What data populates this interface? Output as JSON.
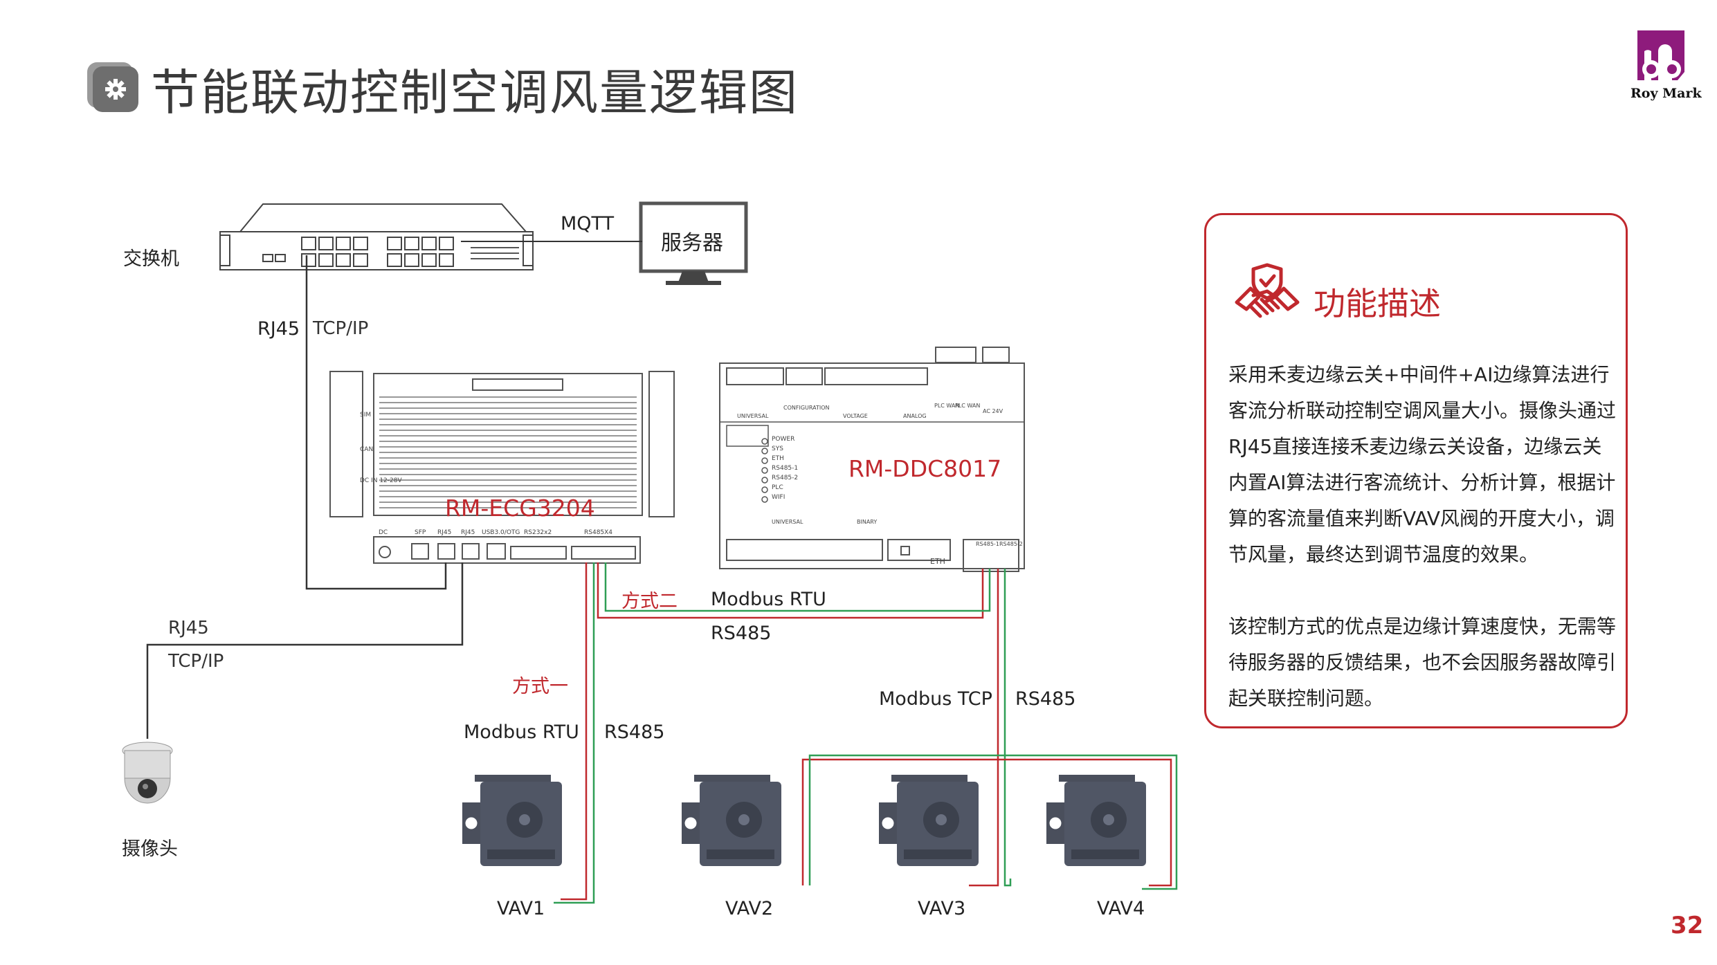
{
  "header": {
    "title": "节能联动控制空调风量逻辑图"
  },
  "brand": {
    "logo_text": "Roy Mark",
    "accent": "#c0282d",
    "logo_color": "#8e1b7c"
  },
  "page_number": "32",
  "diagram": {
    "switch_label": "交换机",
    "server_label": "服务器",
    "mqtt_label": "MQTT",
    "rj45_top": "RJ45",
    "tcpip_top": "TCP/IP",
    "rj45_left": "RJ45",
    "tcpip_left": "TCP/IP",
    "camera_label": "摄像头",
    "gateway_name": "RM-ECG3204",
    "ddc_name": "RM-DDC8017",
    "mode_two": "方式二",
    "modbus_rtu_mid": "Modbus RTU",
    "rs485_mid": "RS485",
    "mode_one": "方式一",
    "modbus_rtu_left": "Modbus RTU",
    "rs485_left": "RS485",
    "modbus_tcp": "Modbus TCP",
    "rs485_right": "RS485",
    "vav_labels": [
      "VAV1",
      "VAV2",
      "VAV3",
      "VAV4"
    ],
    "ddc_led_labels": [
      "POWER",
      "SYS",
      "ETH",
      "RS485-1",
      "RS485-2",
      "PLC",
      "WIFI"
    ],
    "gateway_port_labels": [
      "DC",
      "SFP",
      "RJ45",
      "RJ45",
      "USB3.0/OTG",
      "RS232x2",
      "RS485X4"
    ],
    "gateway_side_labels": [
      "SIM",
      "CAN",
      "DC IN 12-28V"
    ],
    "ddc_port_labels": [
      "ETH",
      "RS485-1",
      "RS485-2"
    ],
    "ddc_section_labels": [
      "UNIVERSAL",
      "CONFIGURATION",
      "VOLTAGE",
      "ANALOG",
      "PLC WAN",
      "PLC WAN",
      "AC 24V",
      "UNIVERSAL",
      "BINARY"
    ]
  },
  "panel": {
    "title": "功能描述",
    "icon": "handshake-shield-icon",
    "paragraphs": [
      "采用禾麦边缘云关+中间件+AI边缘算法进行客流分析联动控制空调风量大小。摄像头通过RJ45直接连接禾麦边缘云关设备，边缘云关内置AI算法进行客流统计、分析计算，根据计算的客流量值来判断VAV风阀的开度大小，调节风量，最终达到调节温度的效果。",
      "该控制方式的优点是边缘计算速度快，无需等待服务器的反馈结果，也不会因服务器故障引起关联控制问题。"
    ]
  }
}
